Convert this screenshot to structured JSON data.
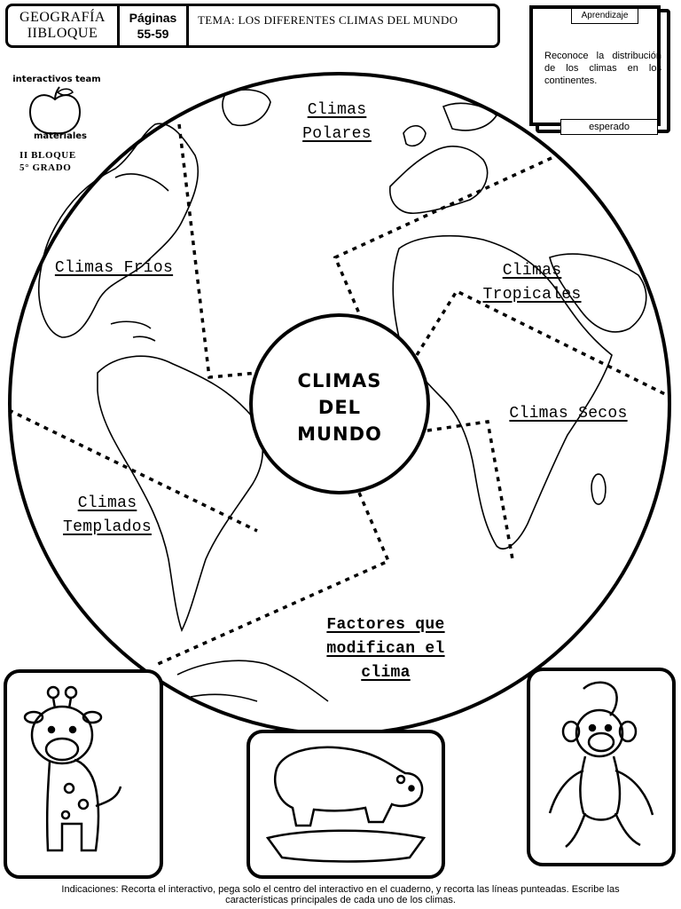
{
  "header": {
    "subject_line1": "GEOGRAFÍA",
    "subject_line2": "IIBLOQUE",
    "pages_label": "Páginas",
    "pages_range": "55-59",
    "topic": "TEMA: LOS DIFERENTES CLIMAS DEL MUNDO"
  },
  "learning": {
    "top_tab": "Aprendizaje",
    "bottom_tab": "esperado",
    "text": "Reconoce la distribución de los climas en los continentes."
  },
  "logo": {
    "top_text": "interactivos team",
    "bottom_text": "materiales",
    "grade_line1": "II BLOQUE",
    "grade_line2": "5° GRADO"
  },
  "center": {
    "line1": "CLIMAS",
    "line2": "DEL",
    "line3": "MUNDO"
  },
  "sectors": {
    "polares_1": "Climas",
    "polares_2": "Polares",
    "frios": "Climas Fríos",
    "tropicales_1": "Climas",
    "tropicales_2": "Tropicales",
    "secos": "Climas Secos",
    "templados_1": "Climas",
    "templados_2": "Templados",
    "factores_1": "Factores que",
    "factores_2": "modifican el",
    "factores_3": "clima"
  },
  "footer": {
    "line1": "Indicaciones: Recorta el interactivo, pega solo el centro del interactivo en el cuaderno, y recorta las líneas punteadas. Escribe las",
    "line2": "características principales de cada uno de los climas."
  },
  "animals": [
    "giraffe-icon",
    "polar-bear-icon",
    "monkey-icon"
  ]
}
